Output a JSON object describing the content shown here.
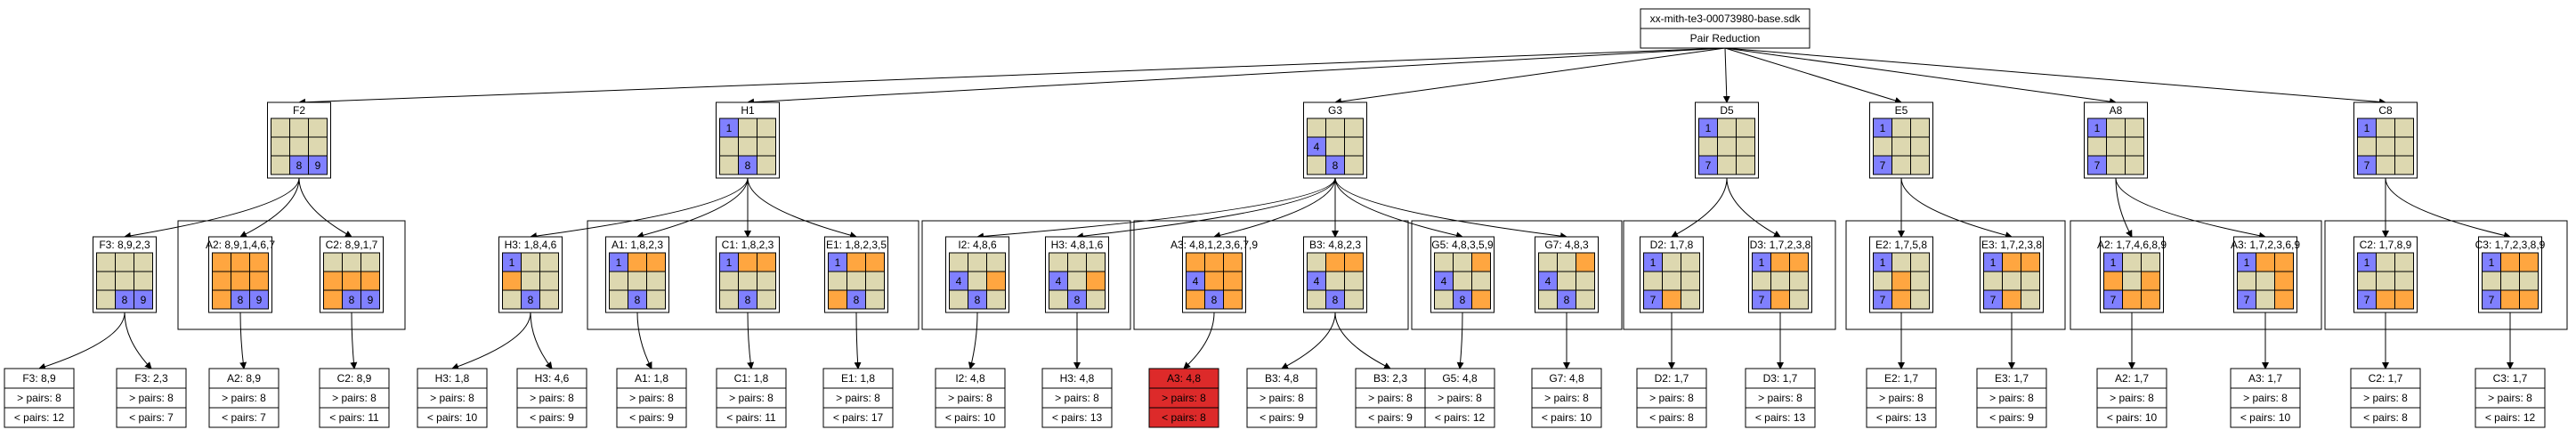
{
  "colors": {
    "blue": "#8080ff",
    "orange": "#ffa640",
    "tan": "#ddd8b0",
    "red": "#dd2a2a",
    "line": "#000000",
    "white": "#ffffff"
  },
  "root": {
    "file": "xx-mith-te3-00073980-base.sdk",
    "subtitle": "Pair Reduction"
  },
  "columns": [
    {
      "label": "F2",
      "cells": [
        "",
        "",
        "",
        "",
        "",
        "",
        "",
        "8",
        "9"
      ],
      "children": [
        {
          "label": "F3: 8,9,2,3",
          "cells": [
            "",
            "",
            "",
            "",
            "",
            "",
            "",
            "8",
            "9"
          ],
          "leaf": [
            "F3: 8,9",
            "> pairs: 8",
            "< pairs: 12"
          ]
        }
      ],
      "group": [
        {
          "label": "A2: 8,9,1,4,6,7",
          "cells": [
            "",
            "",
            "",
            "",
            "",
            "",
            "",
            "8",
            "9"
          ],
          "leaf": [
            "A2: 8,9",
            "> pairs: 8",
            "< pairs: 7"
          ]
        },
        {
          "label": "C2: 8,9,1,7",
          "cells": [
            "",
            "",
            "",
            "",
            "",
            "",
            "",
            "8",
            "9"
          ],
          "leaf": [
            "C2: 8,9",
            "> pairs: 8",
            "< pairs: 11"
          ]
        }
      ],
      "extra": {
        "label": "F3: 2,3",
        "leaf": [
          "F3: 2,3",
          "> pairs: 8",
          "< pairs: 7"
        ]
      }
    }
  ],
  "level1": [
    {
      "key": "F2",
      "cells": [
        "",
        "",
        "",
        "",
        "",
        "",
        "",
        "8",
        "9"
      ]
    },
    {
      "key": "H1",
      "cells": [
        "1",
        "",
        "",
        "",
        "",
        "",
        "",
        "8",
        ""
      ]
    },
    {
      "key": "G3",
      "cells": [
        "",
        "",
        "",
        "4",
        "",
        "",
        "",
        "8",
        ""
      ]
    },
    {
      "key": "D5",
      "cells": [
        "1",
        "",
        "",
        "",
        "",
        "",
        "7",
        "",
        ""
      ]
    },
    {
      "key": "E5",
      "cells": [
        "1",
        "",
        "",
        "",
        "",
        "",
        "7",
        "",
        ""
      ]
    },
    {
      "key": "A8",
      "cells": [
        "1",
        "",
        "",
        "",
        "",
        "",
        "7",
        "",
        ""
      ]
    },
    {
      "key": "C8",
      "cells": [
        "1",
        "",
        "",
        "",
        "",
        "",
        "7",
        "",
        ""
      ]
    }
  ],
  "level2": [
    {
      "label": "F3: 8,9,2,3",
      "cells": [
        "",
        "",
        "",
        "",
        "",
        "",
        "",
        "8",
        "9"
      ]
    },
    {
      "label": "A2: 8,9,1,4,6,7",
      "cells": [
        "",
        "",
        "",
        "",
        "",
        "",
        "",
        "8",
        "9"
      ]
    },
    {
      "label": "C2: 8,9,1,7",
      "cells": [
        "",
        "",
        "",
        "",
        "",
        "",
        "",
        "8",
        "9"
      ]
    },
    {
      "label": "H3: 1,8,4,6",
      "cells": [
        "1",
        "",
        "",
        "",
        "",
        "",
        "",
        "8",
        ""
      ]
    },
    {
      "label": "A1: 1,8,2,3",
      "cells": [
        "1",
        "",
        "",
        "",
        "",
        "",
        "",
        "8",
        ""
      ]
    },
    {
      "label": "C1: 1,8,2,3",
      "cells": [
        "1",
        "",
        "",
        "",
        "",
        "",
        "",
        "8",
        ""
      ]
    },
    {
      "label": "E1: 1,8,2,3,5",
      "cells": [
        "1",
        "",
        "",
        "",
        "",
        "",
        "",
        "8",
        ""
      ]
    },
    {
      "label": "I2: 4,8,6",
      "cells": [
        "",
        "",
        "",
        "4",
        "",
        "",
        "",
        "8",
        ""
      ]
    },
    {
      "label": "H3: 4,8,1,6",
      "cells": [
        "",
        "",
        "",
        "4",
        "",
        "",
        "",
        "8",
        ""
      ]
    },
    {
      "label": "A3: 4,8,1,2,3,6,7,9",
      "cells": [
        "",
        "",
        "",
        "4",
        "",
        "",
        "",
        "8",
        ""
      ]
    },
    {
      "label": "B3: 4,8,2,3",
      "cells": [
        "",
        "",
        "",
        "4",
        "",
        "",
        "",
        "8",
        ""
      ]
    },
    {
      "label": "G5: 4,8,3,5,9",
      "cells": [
        "",
        "",
        "",
        "4",
        "",
        "",
        "",
        "8",
        ""
      ]
    },
    {
      "label": "G7: 4,8,3",
      "cells": [
        "",
        "",
        "",
        "4",
        "",
        "",
        "",
        "8",
        ""
      ]
    },
    {
      "label": "D2: 1,7,8",
      "cells": [
        "1",
        "",
        "",
        "",
        "",
        "",
        "7",
        "",
        ""
      ]
    },
    {
      "label": "D3: 1,7,2,3,8",
      "cells": [
        "1",
        "",
        "",
        "",
        "",
        "",
        "7",
        "",
        ""
      ]
    },
    {
      "label": "E2: 1,7,5,8",
      "cells": [
        "1",
        "",
        "",
        "",
        "",
        "",
        "7",
        "",
        ""
      ]
    },
    {
      "label": "E3: 1,7,2,3,8",
      "cells": [
        "1",
        "",
        "",
        "",
        "",
        "",
        "7",
        "",
        ""
      ]
    },
    {
      "label": "A2: 1,7,4,6,8,9",
      "cells": [
        "1",
        "",
        "",
        "",
        "",
        "",
        "7",
        "",
        ""
      ]
    },
    {
      "label": "A3: 1,7,2,3,6,9",
      "cells": [
        "1",
        "",
        "",
        "",
        "",
        "",
        "7",
        "",
        ""
      ]
    },
    {
      "label": "C2: 1,7,8,9",
      "cells": [
        "1",
        "",
        "",
        "",
        "",
        "",
        "7",
        "",
        ""
      ]
    },
    {
      "label": "C3: 1,7,2,3,8,9",
      "cells": [
        "1",
        "",
        "",
        "",
        "",
        "",
        "7",
        "",
        ""
      ]
    }
  ],
  "leaves": [
    {
      "title": "F3: 8,9",
      "gt": "> pairs: 8",
      "lt": "< pairs: 12"
    },
    {
      "title": "F3: 2,3",
      "gt": "> pairs: 8",
      "lt": "< pairs: 7"
    },
    {
      "title": "A2: 8,9",
      "gt": "> pairs: 8",
      "lt": "< pairs: 7"
    },
    {
      "title": "C2: 8,9",
      "gt": "> pairs: 8",
      "lt": "< pairs: 11"
    },
    {
      "title": "H3: 1,8",
      "gt": "> pairs: 8",
      "lt": "< pairs: 10"
    },
    {
      "title": "H3: 4,6",
      "gt": "> pairs: 8",
      "lt": "< pairs: 9"
    },
    {
      "title": "A1: 1,8",
      "gt": "> pairs: 8",
      "lt": "< pairs: 9"
    },
    {
      "title": "C1: 1,8",
      "gt": "> pairs: 8",
      "lt": "< pairs: 11"
    },
    {
      "title": "E1: 1,8",
      "gt": "> pairs: 8",
      "lt": "< pairs: 17"
    },
    {
      "title": "I2: 4,8",
      "gt": "> pairs: 8",
      "lt": "< pairs: 10"
    },
    {
      "title": "H3: 4,8",
      "gt": "> pairs: 8",
      "lt": "< pairs: 13"
    },
    {
      "title": "A3: 4,8",
      "gt": "> pairs: 8",
      "lt": "< pairs: 8",
      "highlight": true
    },
    {
      "title": "B3: 4,8",
      "gt": "> pairs: 8",
      "lt": "< pairs: 9"
    },
    {
      "title": "B3: 2,3",
      "gt": "> pairs: 8",
      "lt": "< pairs: 9"
    },
    {
      "title": "G5: 4,8",
      "gt": "> pairs: 8",
      "lt": "< pairs: 12"
    },
    {
      "title": "G7: 4,8",
      "gt": "> pairs: 8",
      "lt": "< pairs: 10"
    },
    {
      "title": "D2: 1,7",
      "gt": "> pairs: 8",
      "lt": "< pairs: 8"
    },
    {
      "title": "D3: 1,7",
      "gt": "> pairs: 8",
      "lt": "< pairs: 13"
    },
    {
      "title": "E2: 1,7",
      "gt": "> pairs: 8",
      "lt": "< pairs: 13"
    },
    {
      "title": "E3: 1,7",
      "gt": "> pairs: 8",
      "lt": "< pairs: 9"
    },
    {
      "title": "A2: 1,7",
      "gt": "> pairs: 8",
      "lt": "< pairs: 10"
    },
    {
      "title": "A3: 1,7",
      "gt": "> pairs: 8",
      "lt": "< pairs: 10"
    },
    {
      "title": "C2: 1,7",
      "gt": "> pairs: 8",
      "lt": "< pairs: 8"
    },
    {
      "title": "C3: 1,7",
      "gt": "> pairs: 8",
      "lt": "< pairs: 12"
    }
  ]
}
